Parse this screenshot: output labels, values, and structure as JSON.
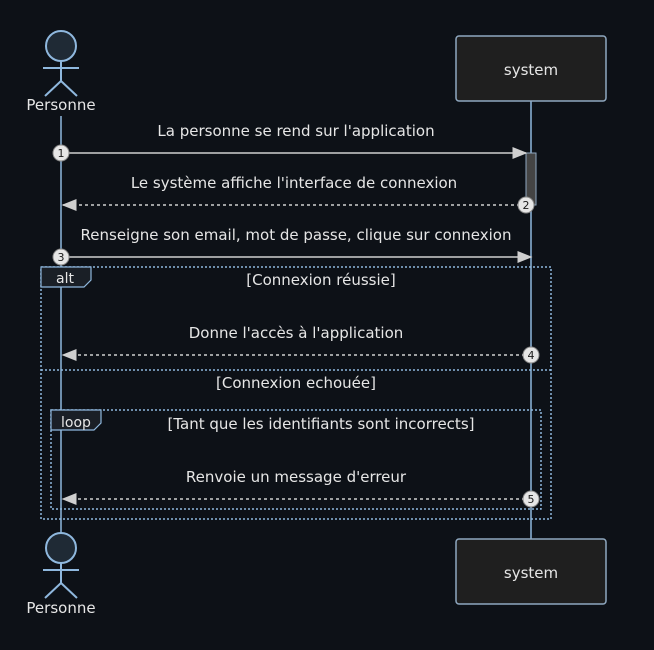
{
  "participants": {
    "actor": "Personne",
    "system": "system"
  },
  "messages": [
    {
      "num": "1",
      "text": "La personne se rend sur l'application"
    },
    {
      "num": "2",
      "text": "Le système affiche l'interface de connexion"
    },
    {
      "num": "3",
      "text": "Renseigne son email, mot de passe, clique sur connexion"
    },
    {
      "num": "4",
      "text": "Donne l'accès à l'application"
    },
    {
      "num": "5",
      "text": "Renvoie un message d'erreur"
    }
  ],
  "fragments": {
    "alt": {
      "tag": "alt",
      "condition_1": "[Connexion réussie]",
      "condition_2": "[Connexion echouée]"
    },
    "loop": {
      "tag": "loop",
      "condition": "[Tant que les identifiants sont incorrects]"
    }
  },
  "colors": {
    "background": "#0d1117",
    "lifeline": "#8fb8de",
    "box_fill": "#1f1f1f",
    "box_stroke": "#8fa8c0",
    "arrow": "#cfcfcf",
    "fragment": "#8fb8de"
  }
}
